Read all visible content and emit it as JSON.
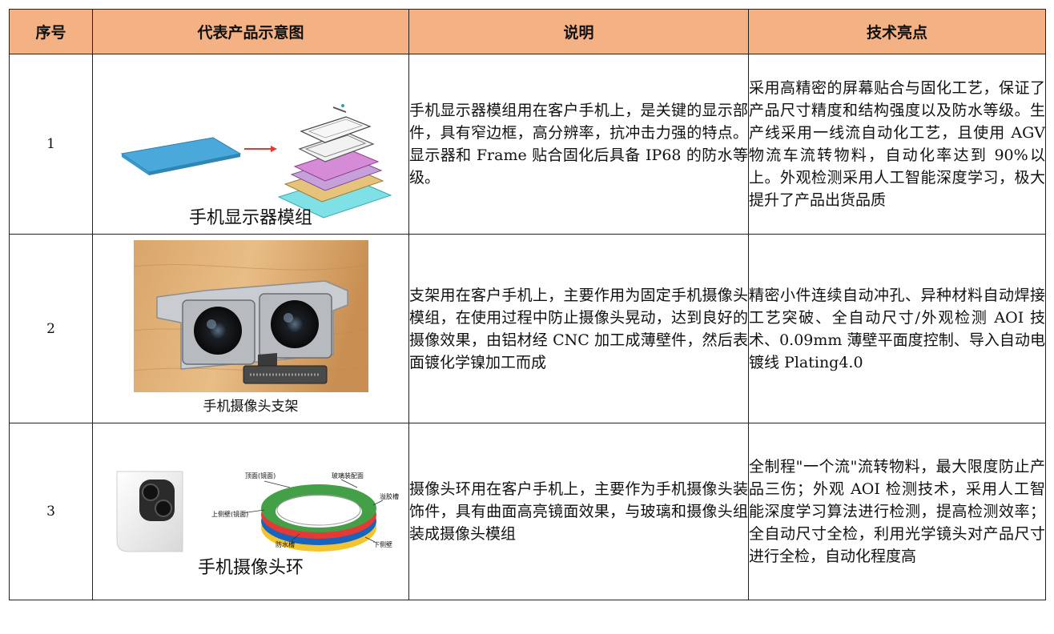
{
  "headers": {
    "index": "序号",
    "image": "代表产品示意图",
    "description": "说明",
    "highlights": "技术亮点"
  },
  "rows": [
    {
      "index": "1",
      "caption": "手机显示器模组",
      "description": "手机显示器模组用在客户手机上，是关键的显示部件，具有窄边框，高分辨率，抗冲击力强的特点。显示器和 Frame 贴合固化后具备 IP68 的防水等级。",
      "highlights": "采用高精密的屏幕贴合与固化工艺，保证了产品尺寸精度和结构强度以及防水等级。生产线采用一线流自动化工艺，且使用 AGV 物流车流转物料，自动化率达到 90%以上。外观检测采用人工智能深度学习，极大提升了产品出货品质"
    },
    {
      "index": "2",
      "caption": "手机摄像头支架",
      "description": "支架用在客户手机上，主要作用为固定手机摄像头模组，在使用过程中防止摄像头晃动，达到良好的摄像效果，由铝材经 CNC 加工成薄壁件，然后表面镀化学镍加工而成",
      "highlights": "精密小件连续自动冲孔、异种材料自动焊接工艺突破、全自动尺寸/外观检测 AOI 技术、0.09mm 薄壁平面度控制、导入自动电镀线 Plating4.0"
    },
    {
      "index": "3",
      "caption": "手机摄像头环",
      "description": "摄像头环用在客户手机上，主要作为手机摄像头装饰件，具有曲面高亮镜面效果，与玻璃和摄像头组装成摄像头模组",
      "highlights": "全制程\"一个流\"流转物料，最大限度防止产品三伤；外观 AOI 检测技术，采用人工智能深度学习算法进行检测，提高检测效率；全自动尺寸全检，利用光学镜头对产品尺寸进行全检，自动化程度高",
      "ring_labels": {
        "top": "顶面(镜面)",
        "glass_face": "玻璃装配面",
        "side_upper": "上侧壁(镜面)",
        "groove": "溢胶槽",
        "waterproof": "防水槽",
        "side_lower": "下侧壁"
      }
    }
  ]
}
